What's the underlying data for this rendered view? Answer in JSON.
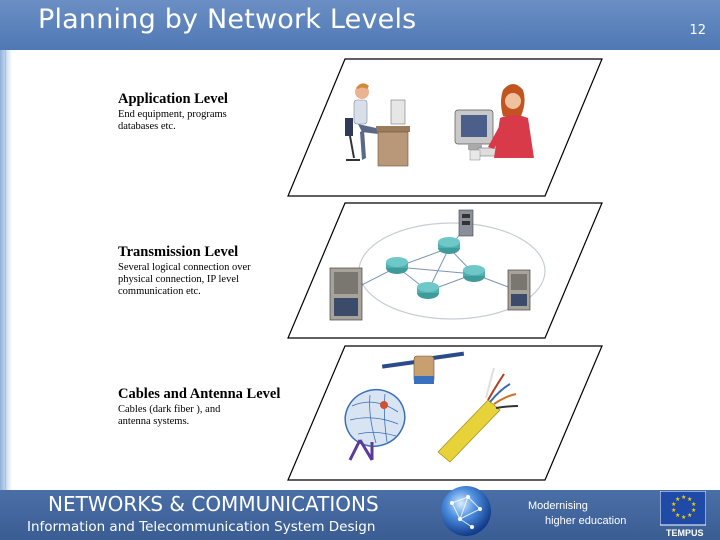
{
  "slide": {
    "title": "Planning by Network Levels",
    "page_number": "12"
  },
  "levels": [
    {
      "heading": "Application Level",
      "description_lines": [
        "End equipment, programs",
        "databases etc."
      ]
    },
    {
      "heading": "Transmission Level",
      "description_lines": [
        "Several logical connection over",
        "physical connection, IP level",
        "communication etc."
      ]
    },
    {
      "heading": "Cables and Antenna Level",
      "description_lines": [
        "Cables (dark fiber ), and",
        "antenna systems."
      ]
    }
  ],
  "footer": {
    "title": "NETWORKS & COMMUNICATIONS",
    "subtitle": "Information and Telecommunication System Design",
    "tagline_line1": "Modernising",
    "tagline_line2": "higher education",
    "logo_text": "TEMPUS"
  },
  "colors": {
    "header_blue": "#5a80bb",
    "footer_blue": "#3f639b",
    "router_teal": "#3f9a9a",
    "cable_yellow": "#e8d23a"
  },
  "icons": [
    "person-at-computer-icon",
    "woman-at-computer-icon",
    "router-icon",
    "server-rack-icon",
    "satellite-icon",
    "satellite-dish-icon",
    "fiber-cable-icon",
    "globe-icon",
    "eu-flag-icon"
  ]
}
